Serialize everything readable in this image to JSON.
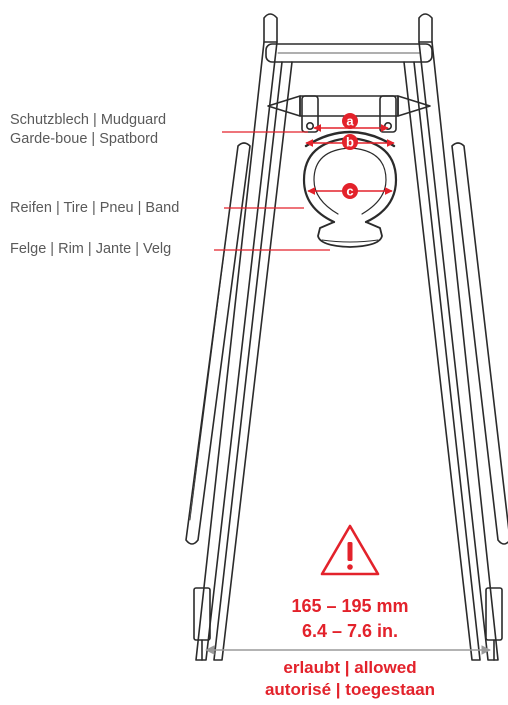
{
  "callouts": {
    "mudguard_line1": "Schutzblech | Mudguard",
    "mudguard_line2": "Garde-boue | Spatbord",
    "tire": "Reifen | Tire | Pneu | Band",
    "rim": "Felge | Rim | Jante | Velg"
  },
  "dimensions": {
    "a": "a",
    "b": "b",
    "c": "c"
  },
  "warning": {
    "icon": "warning-triangle-icon",
    "mm_range": "165 – 195 mm",
    "in_range": "6.4 – 7.6 in.",
    "status_line1": "erlaubt | allowed",
    "status_line2": "autorisé | toegestaan"
  },
  "colors": {
    "accent": "#e3222b",
    "line": "#2b2b2b",
    "label_text": "#5a5a5a"
  }
}
